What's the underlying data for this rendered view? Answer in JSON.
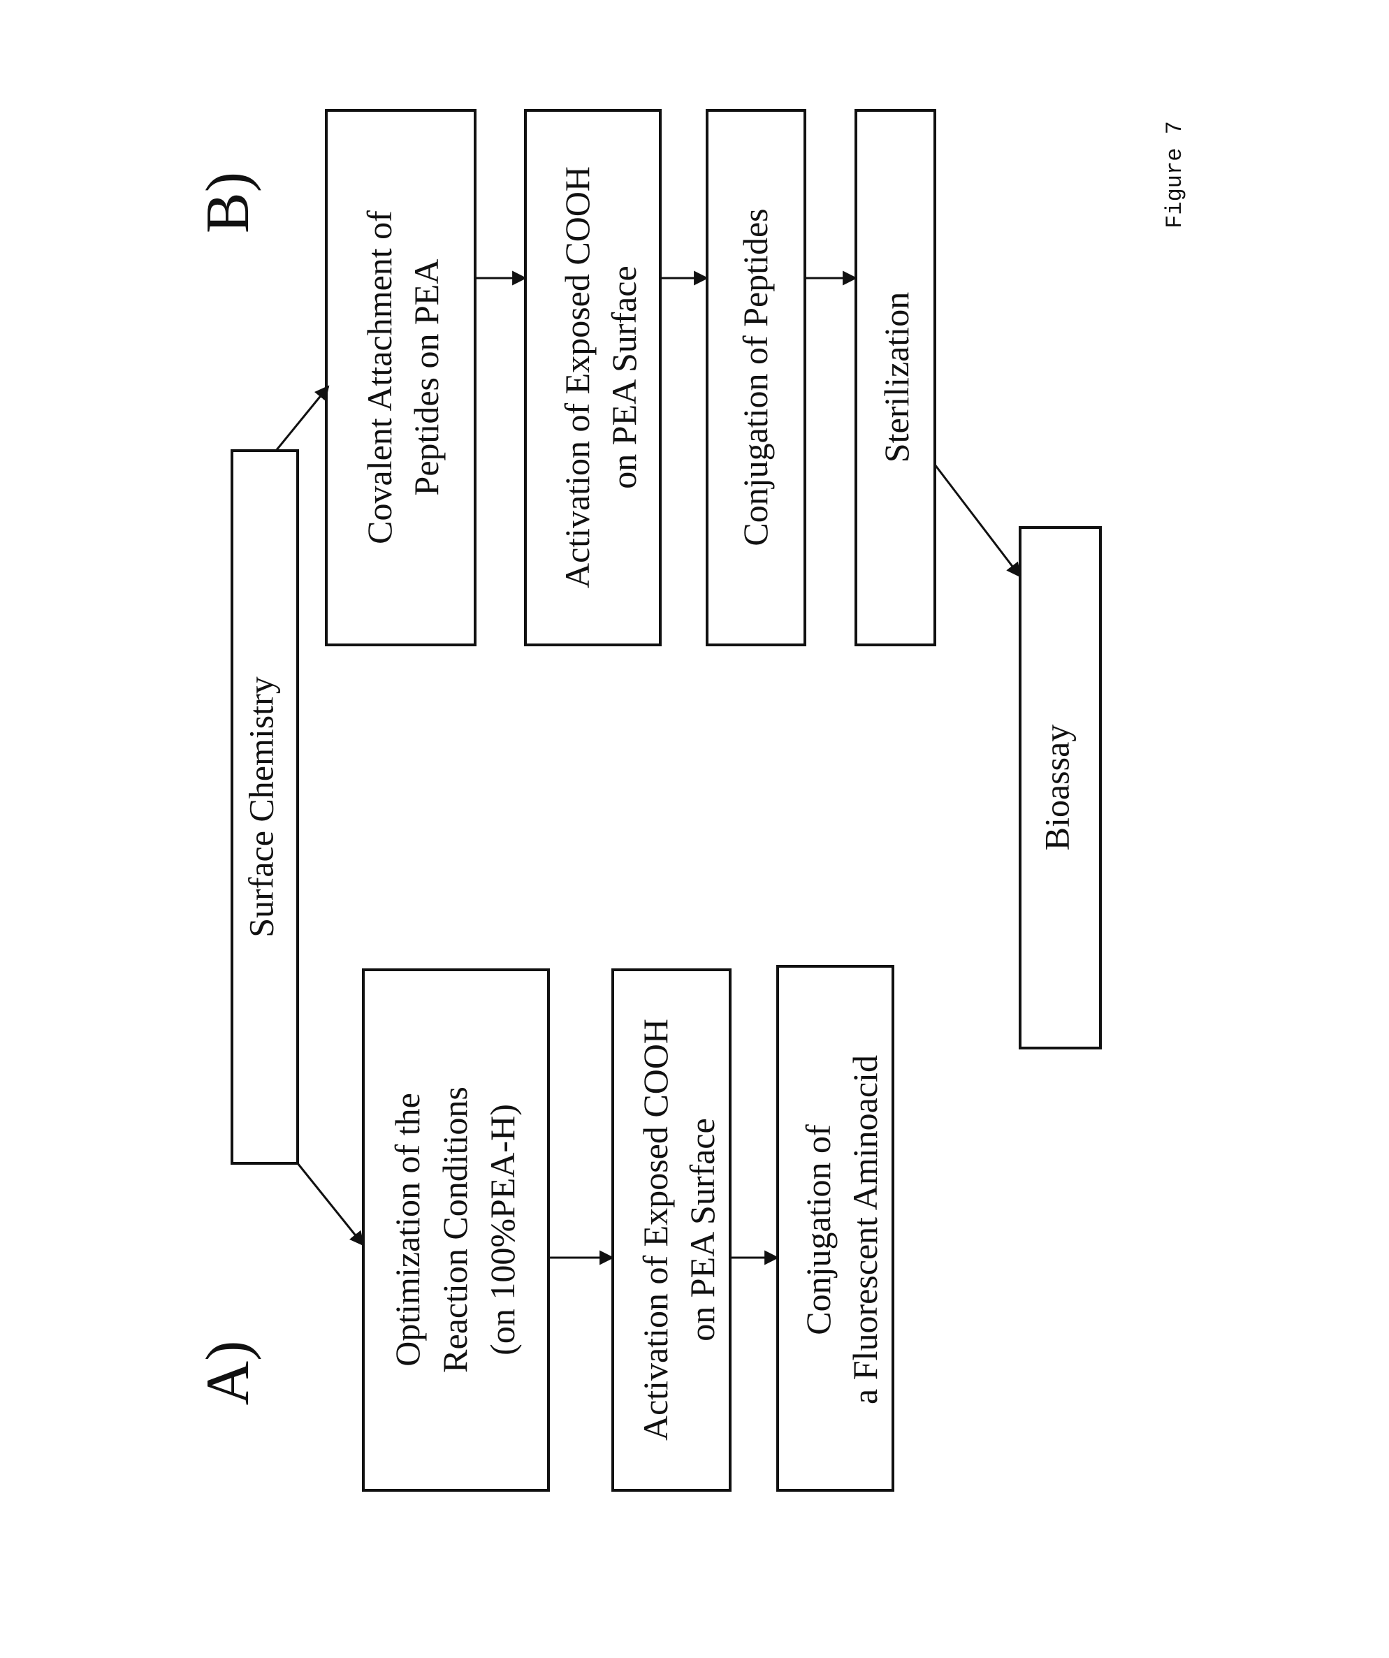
{
  "figure_label": "Figure 7",
  "section_a_label": "A)",
  "section_b_label": "B)",
  "root": {
    "label": "Surface Chemistry"
  },
  "branch_a": {
    "steps": [
      {
        "lines": [
          "Optimization of the",
          "Reaction Conditions",
          "(on 100%PEA-H)"
        ]
      },
      {
        "lines": [
          "Activation of Exposed COOH",
          "on PEA Surface"
        ]
      },
      {
        "lines": [
          "Conjugation of",
          "a Fluorescent  Aminoacid"
        ]
      }
    ]
  },
  "branch_b": {
    "steps": [
      {
        "lines": [
          "Covalent Attachment of",
          "Peptides on PEA"
        ]
      },
      {
        "lines": [
          "Activation of Exposed COOH",
          "on PEA Surface"
        ]
      },
      {
        "lines": [
          "Conjugation of Peptides"
        ]
      },
      {
        "lines": [
          "Sterilization"
        ]
      }
    ]
  },
  "final": {
    "label": "Bioassay"
  }
}
